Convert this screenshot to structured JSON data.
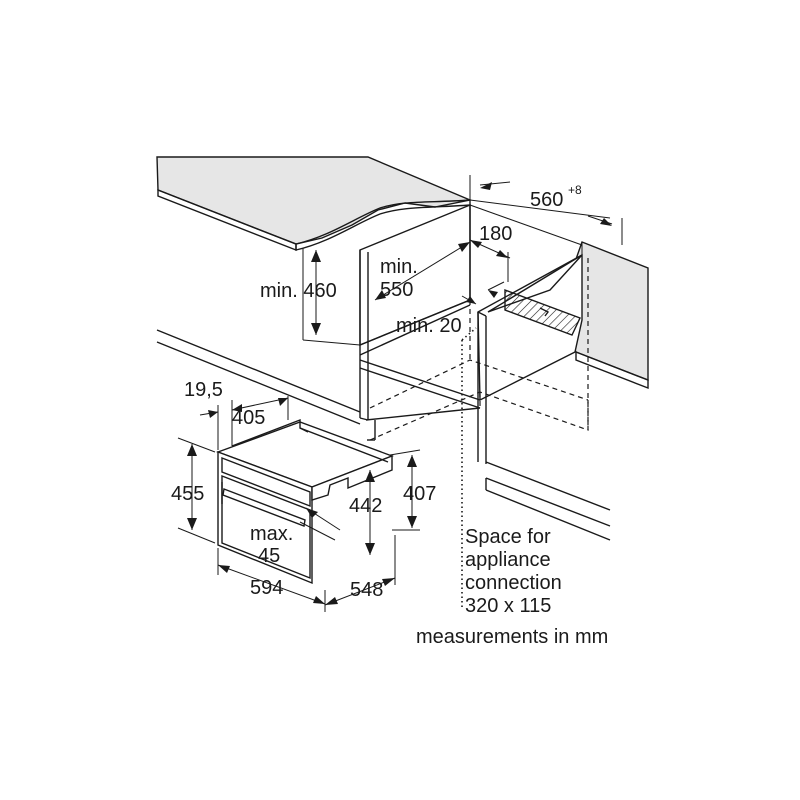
{
  "dimensions": {
    "cabinet_depth": "560",
    "cabinet_depth_tolerance": "+8",
    "vent_depth": "180",
    "min_height_label": "min. 460",
    "min_width_line1": "min.",
    "min_width_line2": "550",
    "min_gap": "min. 20",
    "front_overhang": "19,5",
    "door_depth": "405",
    "appliance_height": "455",
    "inner_height": "442",
    "niche_height": "407",
    "handle_line1": "max.",
    "handle_line2": "45",
    "appliance_width": "594",
    "appliance_depth": "548"
  },
  "notes": {
    "connection_line1": "Space for",
    "connection_line2": "appliance",
    "connection_line3": "connection",
    "connection_line4": "320 x 115",
    "units": "measurements in mm"
  }
}
